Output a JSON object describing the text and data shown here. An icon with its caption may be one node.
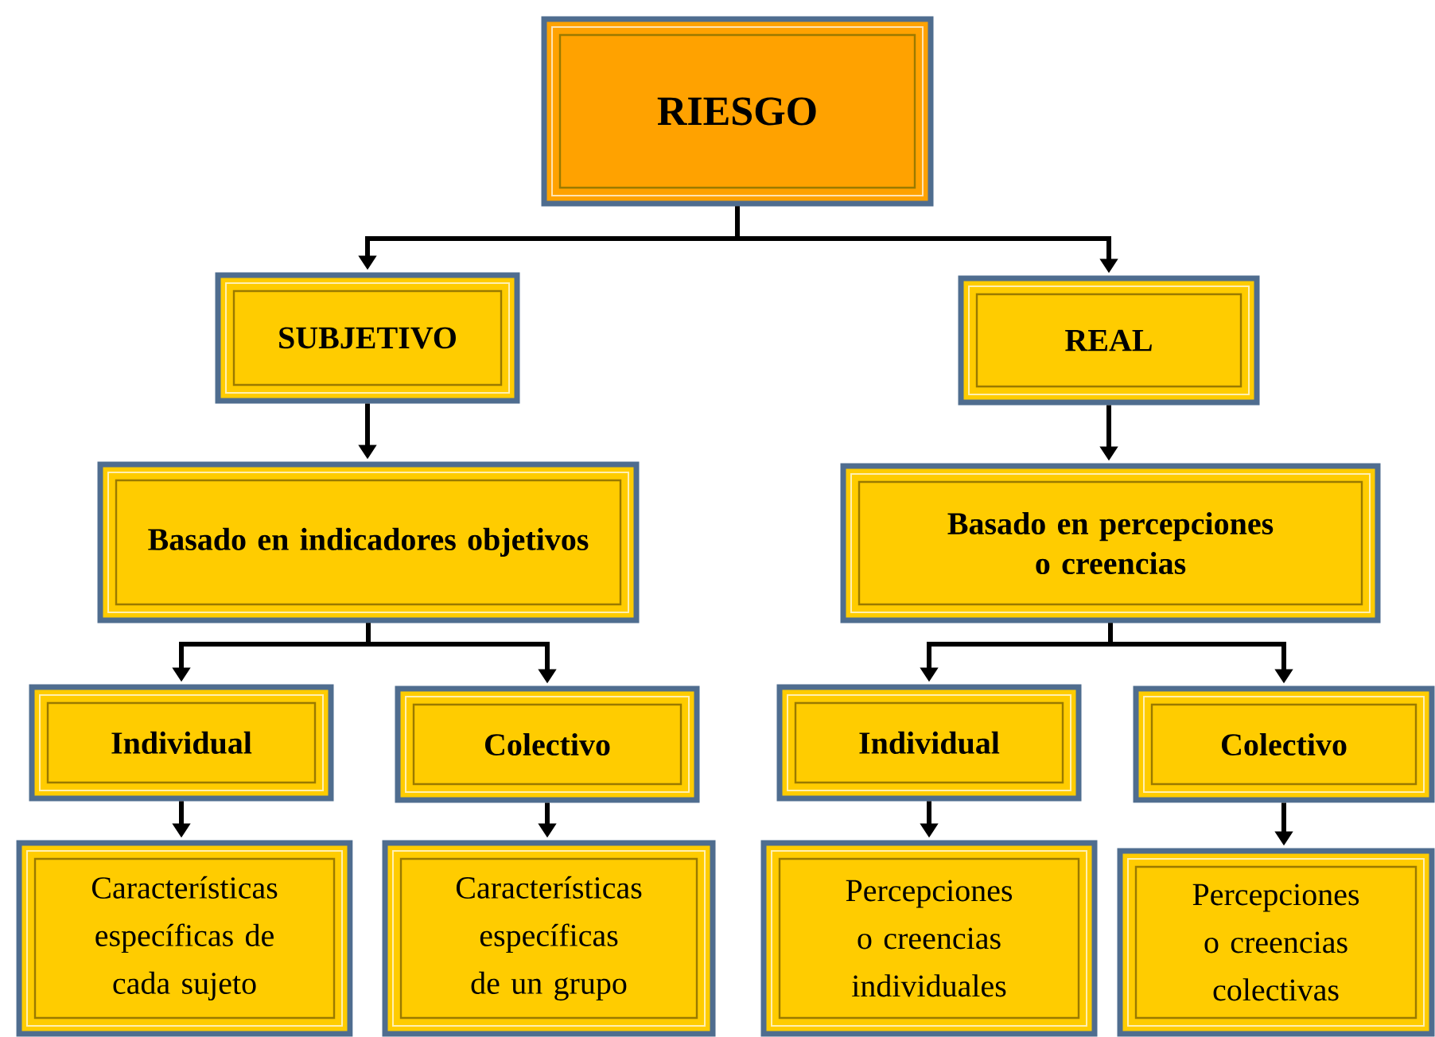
{
  "diagram": {
    "nodes": [
      {
        "text": [
          "RIESGO"
        ]
      },
      {
        "text": [
          "SUBJETIVO"
        ]
      },
      {
        "text": [
          "REAL"
        ]
      },
      {
        "text": [
          "Basado en indicadores objetivos"
        ]
      },
      {
        "text": [
          "Basado en percepciones o creencias"
        ]
      },
      {
        "text": [
          "Individual"
        ]
      },
      {
        "text": [
          "Colectivo"
        ]
      },
      {
        "text": [
          "Individual"
        ]
      },
      {
        "text": [
          "Colectivo"
        ]
      },
      {
        "text": [
          "Características específicas de cada sujeto"
        ]
      },
      {
        "text": [
          "Características específicas de un grupo"
        ]
      },
      {
        "text": [
          "Percepciones o creencias individuales"
        ]
      },
      {
        "text": [
          "Percepciones o creencias colectivas"
        ]
      }
    ],
    "edges": [
      {
        "from": 0,
        "to": 1,
        "arrow": "to"
      },
      {
        "from": 0,
        "to": 2,
        "arrow": "to"
      },
      {
        "from": 1,
        "to": 3,
        "arrow": "to"
      },
      {
        "from": 2,
        "to": 4,
        "arrow": "to"
      },
      {
        "from": 3,
        "to": 5,
        "arrow": "to"
      },
      {
        "from": 3,
        "to": 6,
        "arrow": "to"
      },
      {
        "from": 4,
        "to": 7,
        "arrow": "to"
      },
      {
        "from": 4,
        "to": 8,
        "arrow": "to"
      },
      {
        "from": 5,
        "to": 9,
        "arrow": "to"
      },
      {
        "from": 6,
        "to": 10,
        "arrow": "to"
      },
      {
        "from": 7,
        "to": 11,
        "arrow": "to"
      },
      {
        "from": 8,
        "to": 12,
        "arrow": "to"
      }
    ]
  }
}
